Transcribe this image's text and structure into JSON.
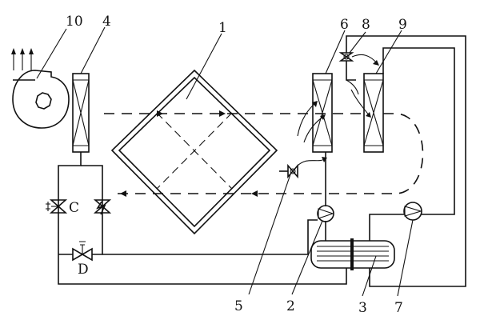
{
  "labels": {
    "heat_exchanger_core": "1",
    "evaporator": "2",
    "exchanger": "3",
    "condenser_coil": "4",
    "valve_5": "5",
    "coil_6": "6",
    "compressor": "7",
    "valve_8": "8",
    "coil_9": "9",
    "fan": "10",
    "valve_c": "C",
    "valve_d": "D"
  }
}
